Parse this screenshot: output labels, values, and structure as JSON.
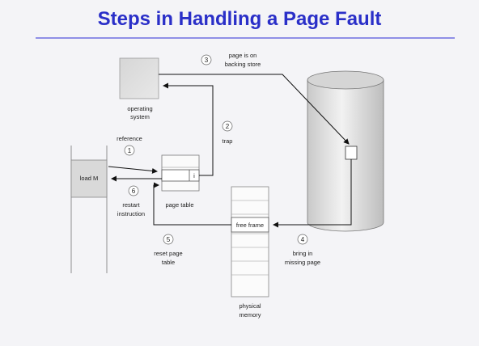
{
  "title": "Steps in Handling a Page Fault",
  "diagram": {
    "os_label": [
      "operating",
      "system"
    ],
    "reference_label": "reference",
    "load_label": "load M",
    "restart_label": [
      "restart",
      "instruction"
    ],
    "page_table_label": "page table",
    "invalid_bit": "i",
    "trap_label": "trap",
    "backing_store_label": [
      "page is on",
      "backing store"
    ],
    "free_frame_label": "free frame",
    "bring_in_label": [
      "bring in",
      "missing page"
    ],
    "reset_label": [
      "reset page",
      "table"
    ],
    "physical_memory_label": [
      "physical",
      "memory"
    ],
    "steps": [
      "1",
      "2",
      "3",
      "4",
      "5",
      "6"
    ]
  }
}
